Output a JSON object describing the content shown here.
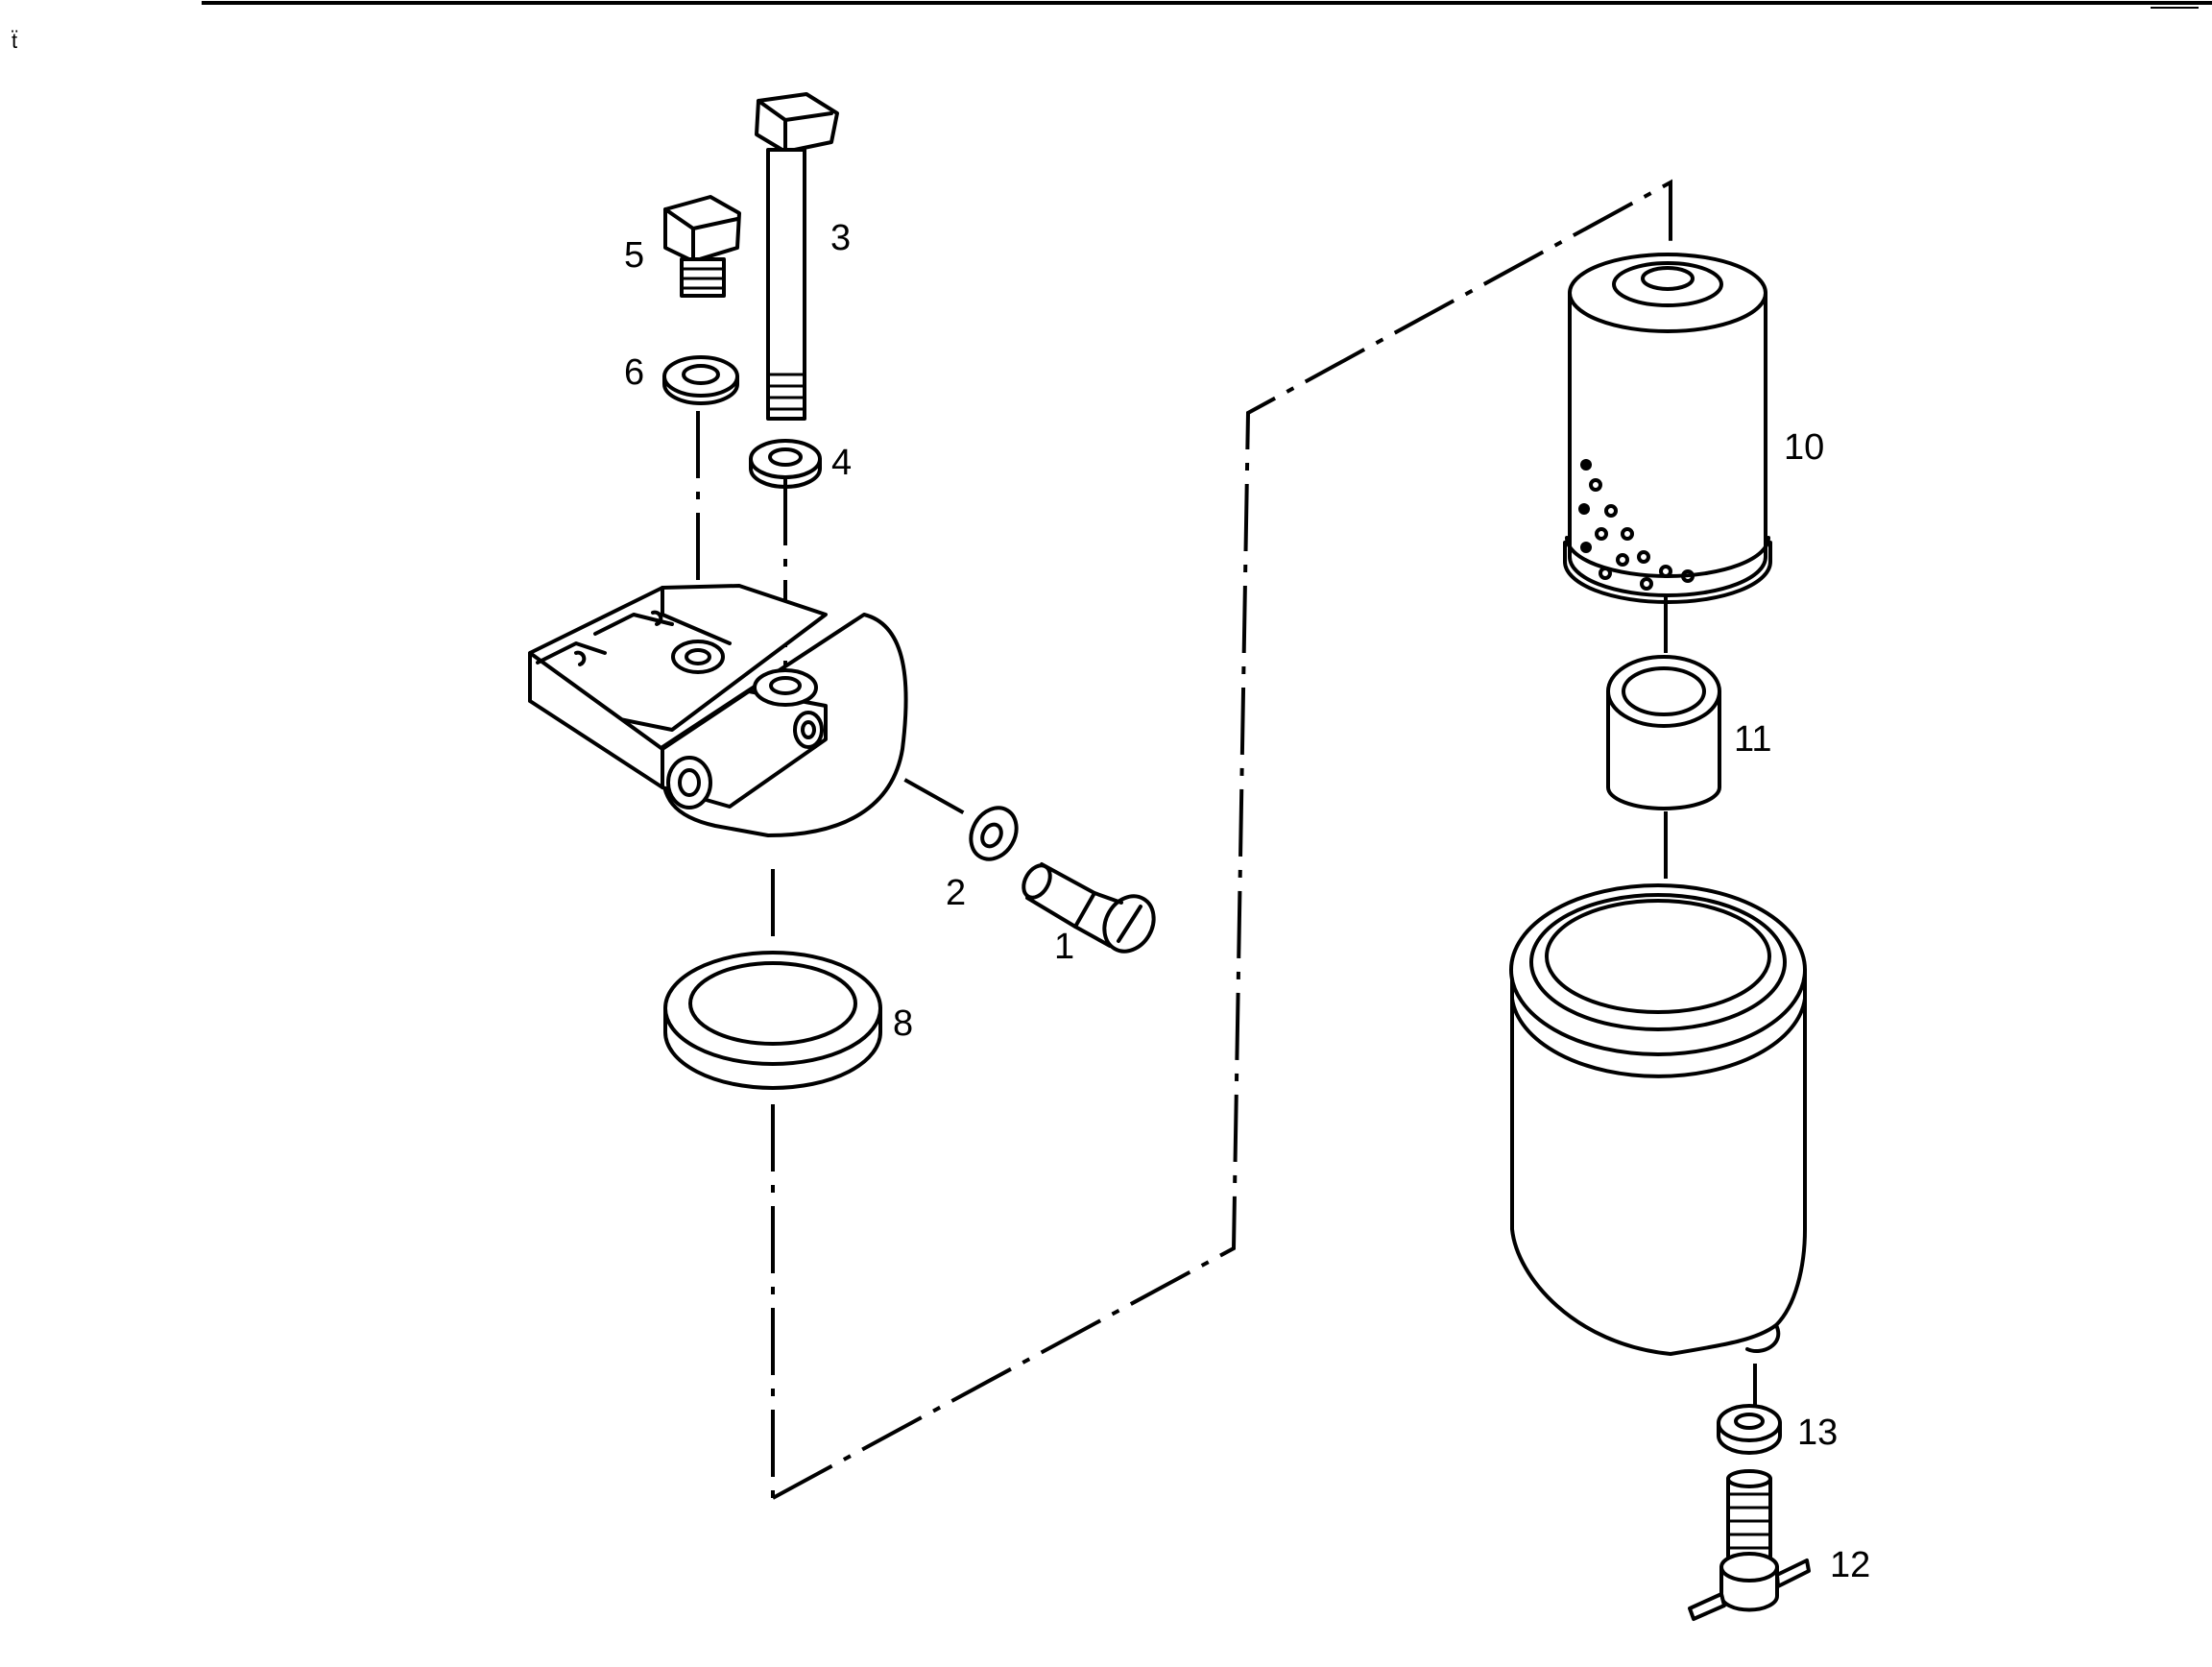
{
  "diagram": {
    "parts": [
      {
        "id": "1",
        "label": "1"
      },
      {
        "id": "2",
        "label": "2"
      },
      {
        "id": "3",
        "label": "3"
      },
      {
        "id": "4",
        "label": "4"
      },
      {
        "id": "5",
        "label": "5"
      },
      {
        "id": "6",
        "label": "6"
      },
      {
        "id": "8",
        "label": "8"
      },
      {
        "id": "10",
        "label": "10"
      },
      {
        "id": "11",
        "label": "11"
      },
      {
        "id": "12",
        "label": "12"
      },
      {
        "id": "13",
        "label": "13"
      }
    ]
  }
}
